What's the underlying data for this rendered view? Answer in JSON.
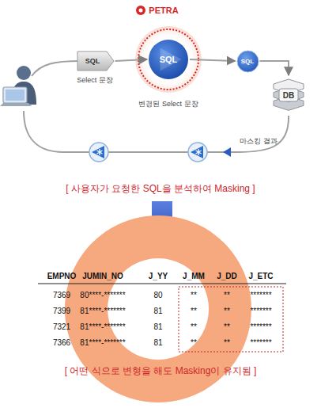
{
  "diagram": {
    "nodes": [
      {
        "text": [
          "SQL",
          "Select 문장"
        ]
      },
      {
        "text": [
          "SQL",
          "변경된 Select 문장"
        ]
      },
      {
        "text": [
          "SQL"
        ]
      },
      {
        "text": [
          "DB"
        ]
      }
    ],
    "edges": [
      {
        "from": 0,
        "to": 1,
        "arrow": "to"
      },
      {
        "from": 1,
        "to": 2,
        "arrow": "to"
      },
      {
        "from": 2,
        "to": 3,
        "arrow": "to"
      }
    ],
    "labels": [
      "PETRA",
      "[ 사용자가 요청한 SQL을 분석하여 Masking ]",
      "마스킹 결과",
      "EMPNO",
      "JUMIN_NO",
      "J_YY",
      "J_MM",
      "J_DD",
      "J_ETC",
      "7369",
      "80****-*******",
      "80",
      "**",
      "**",
      "*******",
      "7399",
      "81****-*******",
      "81",
      "**",
      "**",
      "*******",
      "7321",
      "81****-*******",
      "81",
      "**",
      "**",
      "*******",
      "7366",
      "81****-*******",
      "81",
      "**",
      "**",
      "*******",
      "[ 어떤 식으로 변형을 해도 Masking이 유지됨 ]"
    ]
  }
}
